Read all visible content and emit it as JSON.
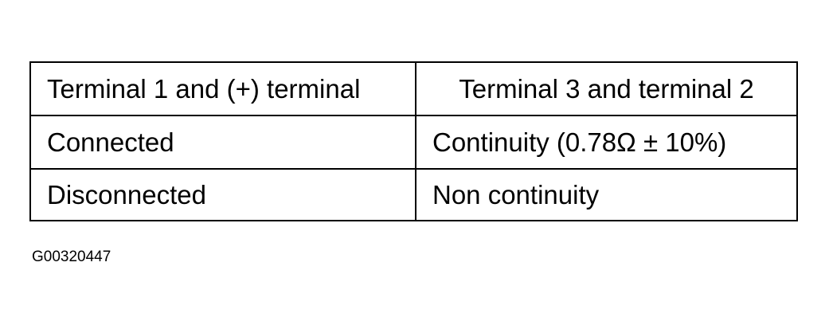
{
  "table": {
    "headers": [
      "Terminal 1 and (+) terminal",
      "Terminal 3 and terminal 2"
    ],
    "rows": [
      [
        "Connected",
        "Continuity (0.78Ω ± 10%)"
      ],
      [
        "Disconnected",
        "Non continuity"
      ]
    ]
  },
  "figure_id": "G00320447"
}
